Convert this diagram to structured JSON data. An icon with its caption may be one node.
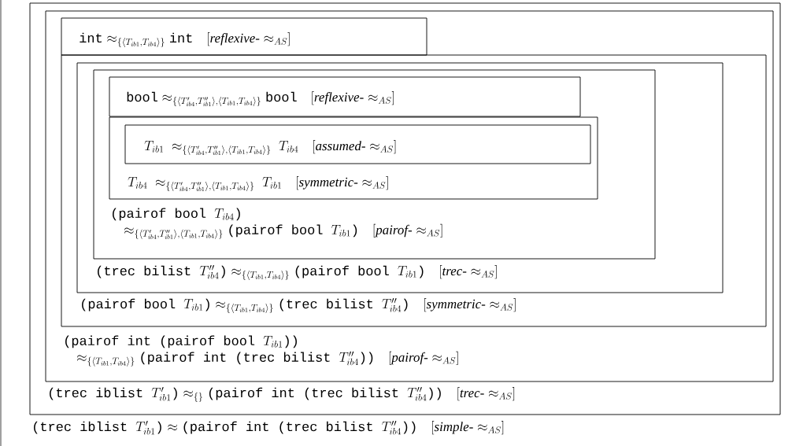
{
  "diagram": {
    "nodes": [
      {
        "text": [
          "\\texttt{(trec iblist }T'_{ib1}\\texttt{)}\\approx_{\\{\\}}\\texttt{(pairof int (trec bilist }T''_{ib4}\\texttt{))}\\quad[\\textit{trec-}\\approx_{AS}]"
        ]
      },
      {
        "text": [
          "\\begin{array}{@{}l@{}}\\texttt{(pairof int (pairof bool }T_{ib1}\\texttt{))}\\\\\\quad\\approx_{\\{\\langle T_{ib1},T_{ib4}\\rangle\\}}\\texttt{(pairof int (trec bilist }T''_{ib4}\\texttt{))}\\quad[\\textit{pairof-}\\approx_{AS}]\\end{array}"
        ],
        "in": 0
      },
      {
        "text": [
          "\\texttt{int}\\approx_{\\{\\langle T_{ib1},T_{ib4}\\rangle\\}}\\texttt{int}\\quad[\\textit{reflexive-}\\approx_{AS}]"
        ],
        "in": 1
      },
      {
        "text": [
          "\\texttt{(pairof bool }T_{ib1}\\texttt{)}\\approx_{\\{\\langle T_{ib1},T_{ib4}\\rangle\\}}\\texttt{(trec bilist }T''_{ib4}\\texttt{)}\\quad[\\textit{symmetric-}\\approx_{AS}]"
        ],
        "in": 1
      },
      {
        "text": [
          "\\texttt{(trec bilist }T''_{ib4}\\texttt{)}\\approx_{\\{\\langle T_{ib1},T_{ib4}\\rangle\\}}\\texttt{(pairof bool }T_{ib1}\\texttt{)}\\quad[\\textit{trec-}\\approx_{AS}]"
        ],
        "in": 3
      },
      {
        "text": [
          "\\begin{array}{@{}l@{}}\\texttt{(pairof bool }T_{ib4}\\texttt{)}\\\\\\quad\\approx_{\\{\\langle T'_{ib4},T''_{ib1}\\rangle,\\langle T_{ib1},T_{ib4}\\rangle\\}}\\texttt{(pairof bool }T_{ib1}\\texttt{)}\\quad[\\textit{pairof-}\\approx_{AS}]\\end{array}"
        ],
        "in": 4
      },
      {
        "text": [
          "\\texttt{bool}\\approx_{\\{\\langle T'_{ib4},T''_{ib1}\\rangle,\\langle T_{ib1},T_{ib4}\\rangle\\}}\\texttt{bool}\\quad[\\textit{reflexive-}\\approx_{AS}]"
        ],
        "in": 5
      },
      {
        "text": [
          "T_{ib4}\\;\\approx_{\\{\\langle T'_{ib4},T''_{ib1}\\rangle,\\langle T_{ib1},T_{ib4}\\rangle\\}}\\;T_{ib1}\\quad[\\textit{symmetric-}\\approx_{AS}]"
        ],
        "in": 5
      },
      {
        "text": [
          "T_{ib1}\\;\\approx_{\\{\\langle T'_{ib4},T''_{ib1}\\rangle,\\langle T_{ib1},T_{ib4}\\rangle\\}}\\;T_{ib4}\\quad[\\textit{assumed-}\\approx_{AS}]"
        ],
        "in": 7
      }
    ],
    "labels": [
      "\\texttt{(trec iblist }T'_{ib1}\\texttt{)}\\approx\\texttt{(pairof int (trec bilist }T''_{ib4}\\texttt{))}\\quad[\\textit{simple-}\\approx_{AS}]"
    ]
  }
}
